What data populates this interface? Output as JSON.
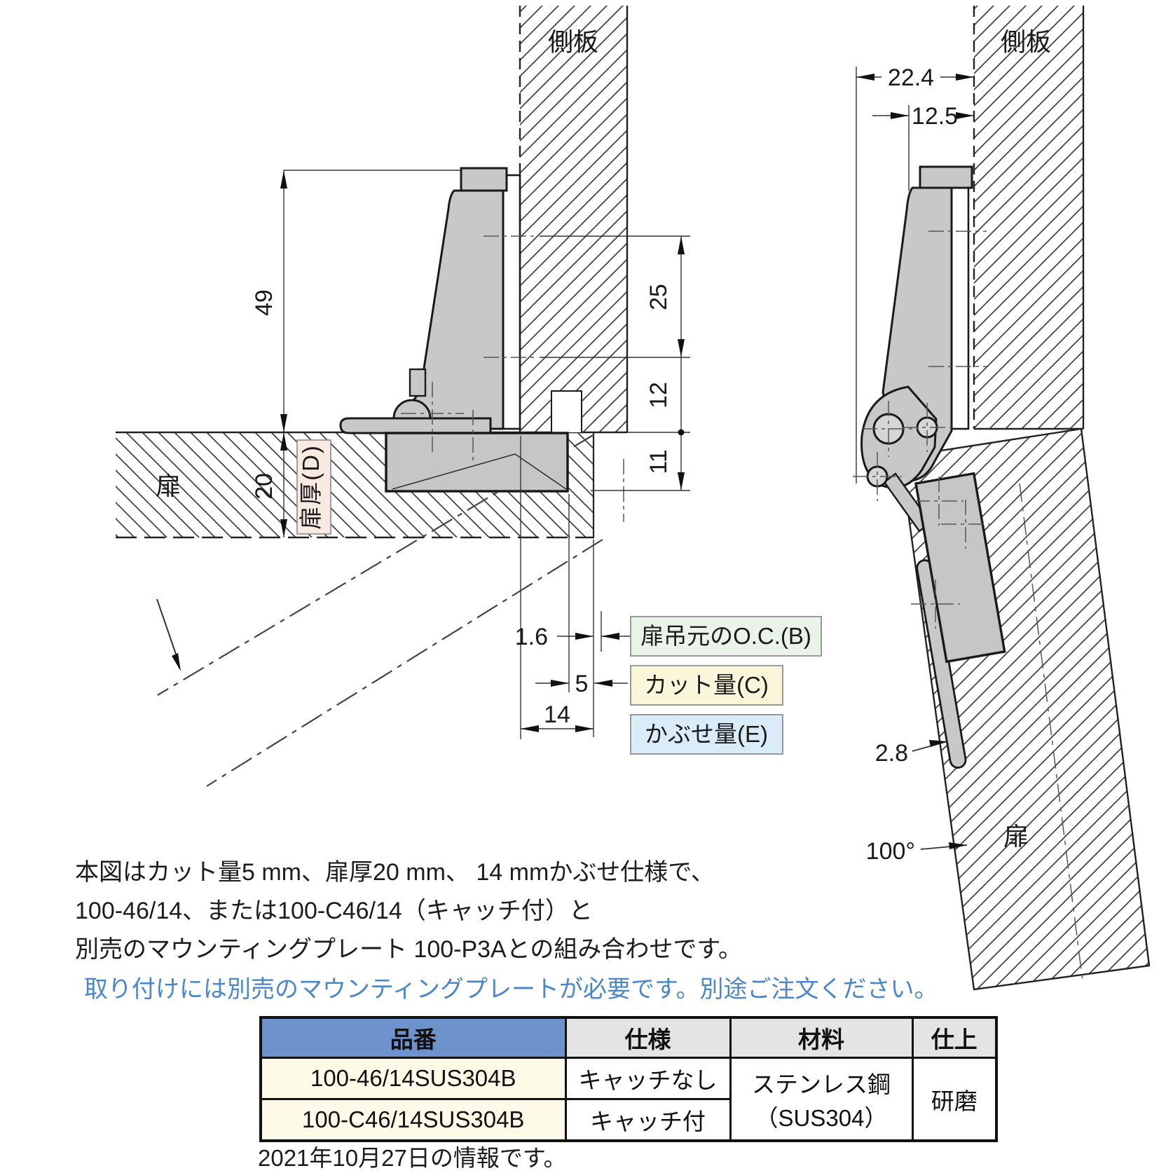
{
  "colors": {
    "callout_oc_bg": "#e9f3e7",
    "callout_cut_bg": "#faf6da",
    "callout_overlay_bg": "#d9ecf7",
    "door_thickness_bg": "#f9e9e3",
    "table_header_blue": "#6e92cb",
    "table_header_gray": "#e4e4e4",
    "part_cell_bg": "#fdfae8",
    "note_blue": "#4a86c8",
    "hinge_gray": "#c8c8c8"
  },
  "left_diagram": {
    "side_panel_label": "側板",
    "door_label": "扉",
    "door_thickness_label": "扉厚(D)",
    "dim_height": "49",
    "dim_plate_pitch": "25",
    "dim_12": "12",
    "dim_11": "11",
    "dim_door_thickness": "20",
    "dim_oc": "1.6",
    "dim_cut": "5",
    "dim_overlay": "14",
    "callout_oc": "扉吊元のO.C.(B)",
    "callout_cut": "カット量(C)",
    "callout_overlay": "かぶせ量(E)"
  },
  "right_diagram": {
    "side_panel_label": "側板",
    "door_label": "扉",
    "dim_depth": "22.4",
    "dim_offset": "12.5",
    "dim_gap": "2.8",
    "dim_angle": "100°"
  },
  "notes": {
    "line1": "本図はカット量5 mm、扉厚20 mm、 14 mmかぶせ仕様で、",
    "line2": "100-46/14、または100-C46/14（キャッチ付）と",
    "line3": "別売のマウンティングプレート 100-P3Aとの組み合わせです。",
    "order_note": "取り付けには別売のマウンティングプレートが必要です。別途ご注文ください。"
  },
  "table": {
    "headers": [
      "品番",
      "仕様",
      "材料",
      "仕上"
    ],
    "rows": [
      {
        "part": "100-46/14SUS304B",
        "spec": "キャッチなし"
      },
      {
        "part": "100-C46/14SUS304B",
        "spec": "キャッチ付"
      }
    ],
    "material_line1": "ステンレス鋼",
    "material_line2": "（SUS304）",
    "finish": "研磨"
  },
  "footnote": "2021年10月27日の情報です。"
}
